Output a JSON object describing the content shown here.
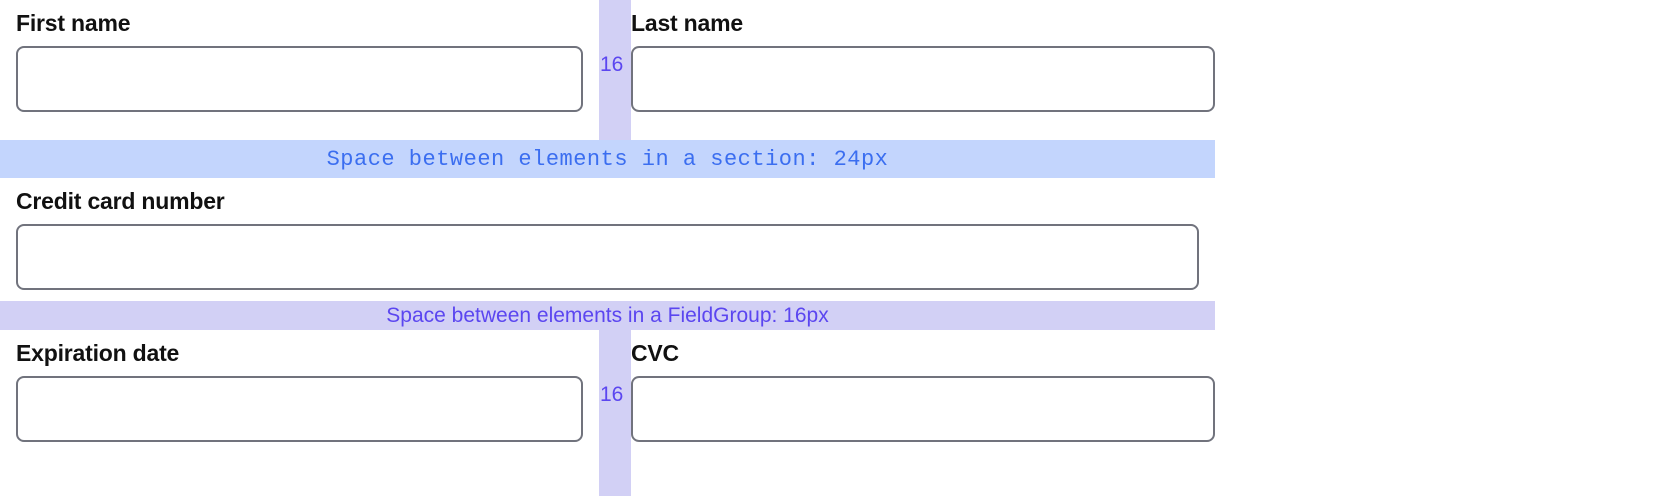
{
  "form": {
    "sections": [
      {
        "id": "name-section",
        "fields": [
          {
            "name": "first-name",
            "label": "First name",
            "value": "",
            "placeholder": ""
          },
          {
            "name": "last-name",
            "label": "Last name",
            "value": "",
            "placeholder": ""
          }
        ],
        "gap_label": "16"
      },
      {
        "id": "credit-card-section",
        "fields": [
          {
            "name": "credit-card-number",
            "label": "Credit card number",
            "value": "",
            "placeholder": ""
          }
        ]
      },
      {
        "id": "expiry-cvc-section",
        "fields": [
          {
            "name": "expiration-date",
            "label": "Expiration date",
            "value": "",
            "placeholder": ""
          },
          {
            "name": "cvc",
            "label": "CVC",
            "value": "",
            "placeholder": ""
          }
        ],
        "gap_label": "16"
      }
    ]
  },
  "annotations": {
    "section_band": {
      "text": "Space between elements in a section: 24px",
      "color": "#3b6ef0",
      "background": "#c3d5fd"
    },
    "fieldgroup_band": {
      "text": "Space between elements in a FieldGroup: 16px",
      "color": "#5b46f0",
      "background": "#d2d0f5"
    },
    "gap_column": {
      "label": "16",
      "color": "#5b46f0",
      "background": "#d2d0f5"
    }
  },
  "colors": {
    "input_border": "#71737d",
    "label_text": "#111111",
    "page_background": "#ffffff"
  }
}
